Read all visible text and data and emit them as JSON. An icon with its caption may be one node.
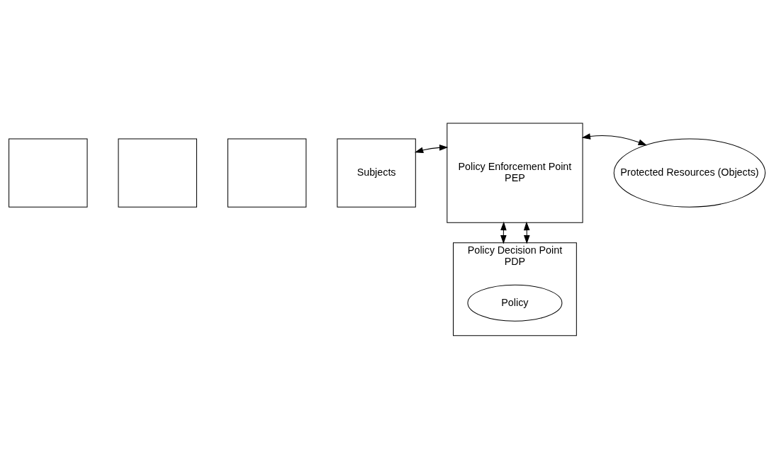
{
  "diagram": {
    "nodes": [
      {
        "text": [],
        "shape": "box"
      },
      {
        "text": [],
        "shape": "box"
      },
      {
        "text": [],
        "shape": "box"
      },
      {
        "text": [
          "Subjects"
        ]
      },
      {
        "text": [
          "Policy Enforcement Point",
          "PEP"
        ]
      },
      {
        "text": [
          "Protected Resources (Objects)"
        ]
      },
      {
        "text": [
          "Policy Decision Point",
          "PDP"
        ]
      },
      {
        "text": [
          "Policy"
        ],
        "in": 6
      }
    ],
    "edges": [
      {
        "from": 3,
        "to": 4,
        "arrow": "both"
      },
      {
        "from": 4,
        "to": 5,
        "arrow": "both"
      },
      {
        "from": 4,
        "to": 6,
        "arrow": "both"
      },
      {
        "from": 4,
        "to": 6,
        "arrow": "both"
      }
    ]
  }
}
